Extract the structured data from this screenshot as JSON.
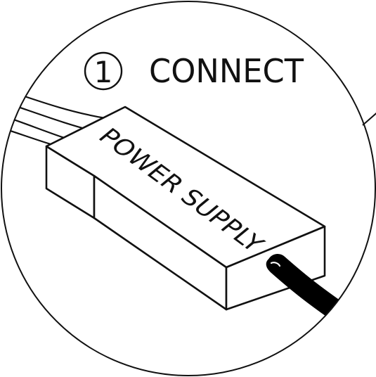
{
  "step": {
    "number": "1",
    "title": "CONNECT"
  },
  "device": {
    "label": "POWER SUPPLY"
  },
  "colors": {
    "line": "#111111",
    "background": "#ffffff",
    "cable": "#000000"
  }
}
